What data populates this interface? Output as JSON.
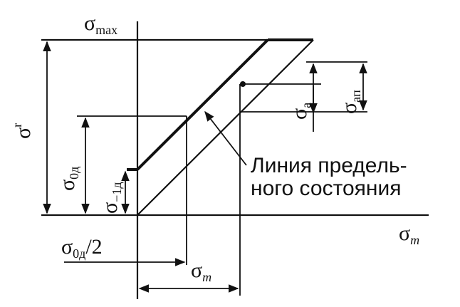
{
  "labels": {
    "sigma_max_main": "σ",
    "sigma_max_sub": "max",
    "sigma_r_main": "σ",
    "sigma_r_sub": "r",
    "sigma_0d_main": "σ",
    "sigma_0d_sub": "0д",
    "sigma_minus1d_main": "σ",
    "sigma_minus1d_sub": "−1д",
    "sigma_a_main": "σ",
    "sigma_a_sub": "a",
    "sigma_ap_main": "σ",
    "sigma_ap_sub": "aп",
    "sigma_m_axis_main": "σ",
    "sigma_m_axis_sub": "m",
    "sigma_0d_half_main": "σ",
    "sigma_0d_half_sub": "0д",
    "sigma_0d_half_tail": "/2",
    "sigma_m_dim_main": "σ",
    "sigma_m_dim_sub": "m"
  },
  "caption": {
    "line1": "Линия предель-",
    "line2": "ного состояния"
  },
  "colors": {
    "ink": "#111111",
    "background": "#ffffff"
  }
}
